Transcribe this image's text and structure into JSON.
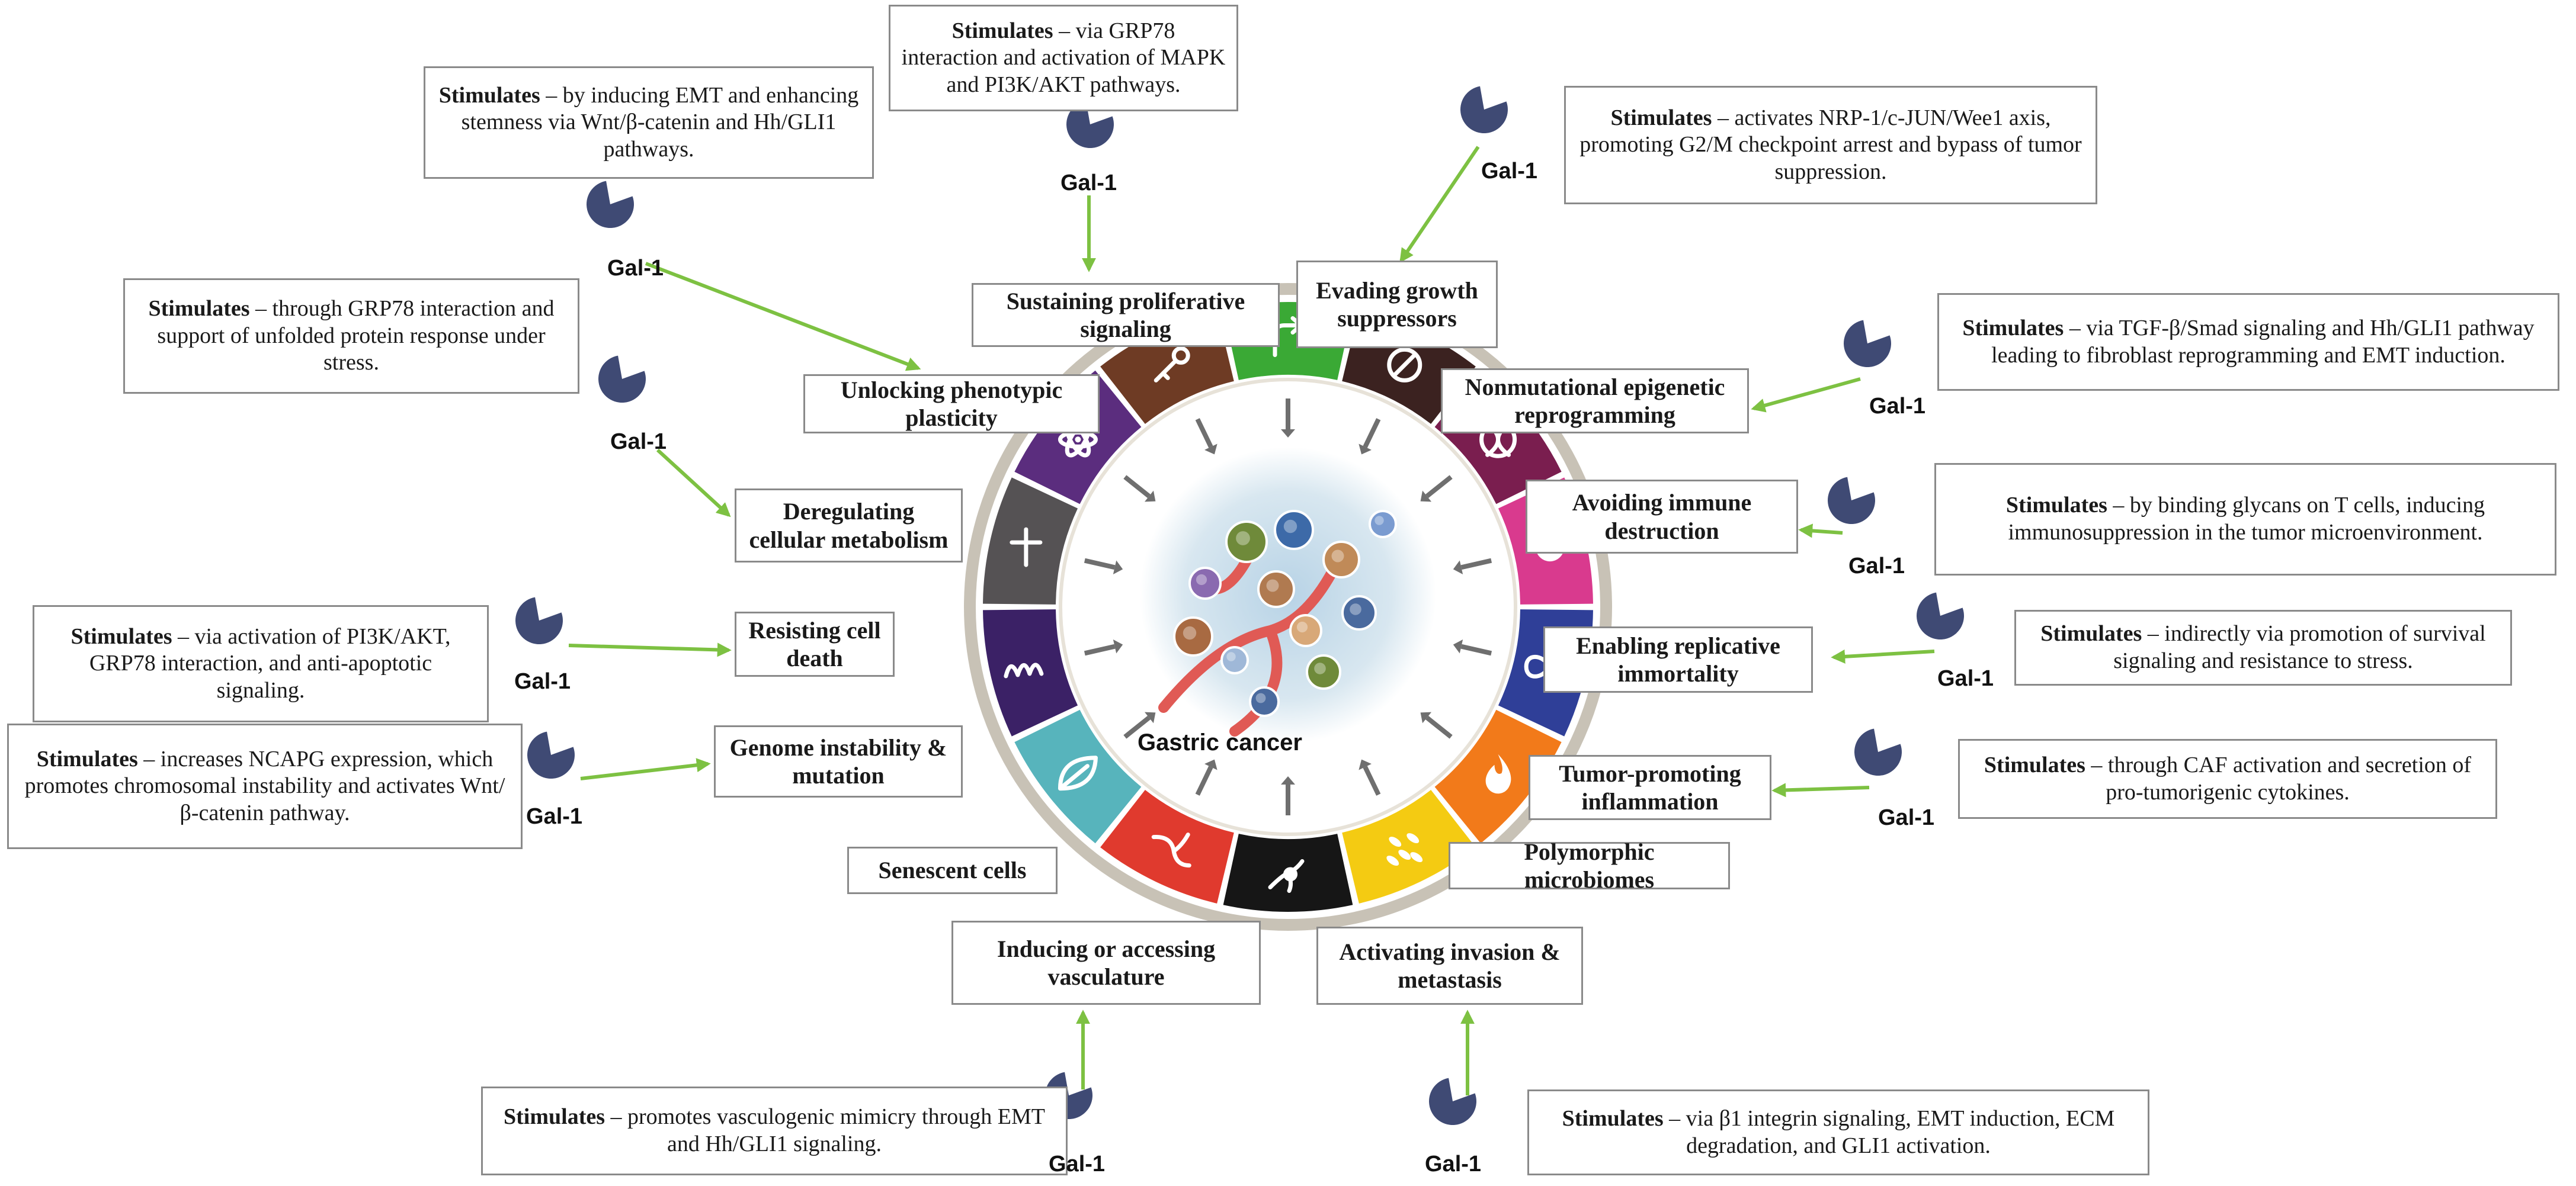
{
  "center": {
    "label": "Gastric cancer"
  },
  "galectin_label": "Gal-1",
  "stimulates_word": "Stimulates",
  "colors": {
    "arrow": "#7dc142",
    "gal_icon": "#3f4a74",
    "ring": "#c8c2b6",
    "box_border": "#8a8a8a"
  },
  "hallmarks": [
    {
      "id": "sustaining",
      "label": "Sustaining proliferative signaling",
      "sep": "–",
      "text": "via GRP78 interaction and activation of MAPK and PI3K/AKT pathways.",
      "color": "#3aa935",
      "icon": "arrow-icon"
    },
    {
      "id": "evading",
      "label": "Evading growth suppressors",
      "sep": "–",
      "text": "activates NRP-1/c-JUN/Wee1 axis, promoting G2/M checkpoint arrest and bypass of tumor suppression.",
      "color": "#3b2220",
      "icon": "prohibited-icon"
    },
    {
      "id": "epigenetic",
      "label": "Nonmutational epigenetic reprogramming",
      "sep": "–",
      "text": "via TGF-β/Smad signaling and Hh/GLI1 pathway leading to fibroblast reprogramming and EMT induction.",
      "color": "#7a1e4f",
      "icon": "dna-crossed-icon"
    },
    {
      "id": "immune",
      "label": "Avoiding immune destruction",
      "sep": "–",
      "text": "by binding glycans on T cells, inducing immunosuppression in the tumor microenvironment.",
      "color": "#d93a8e",
      "icon": "immune-cell-icon"
    },
    {
      "id": "immortality",
      "label": "Enabling replicative immortality",
      "sep": "–",
      "text": "indirectly via promotion of survival signaling and resistance to stress.",
      "color": "#2f3f98",
      "icon": "infinity-icon"
    },
    {
      "id": "inflammation",
      "label": "Tumor-promoting inflammation",
      "sep": "–",
      "text": "through CAF activation and secretion of pro-tumorigenic cytokines.",
      "color": "#f27a1a",
      "icon": "flame-icon"
    },
    {
      "id": "microbiomes",
      "label": "Polymorphic microbiomes",
      "sep": "",
      "text": "",
      "color": "#f4cb12",
      "icon": "bacteria-icon"
    },
    {
      "id": "invasion",
      "label": "Activating invasion & metastasis",
      "sep": "–",
      "text": "via β1 integrin signaling, EMT induction, ECM degradation, and GLI1 activation.",
      "color": "#161616",
      "icon": "migrating-cell-icon"
    },
    {
      "id": "vasculature",
      "label": "Inducing or accessing vasculature",
      "sep": "–",
      "text": "promotes vasculogenic mimicry through EMT and Hh/GLI1 signaling.",
      "color": "#e03a2e",
      "icon": "vessel-icon"
    },
    {
      "id": "senescent",
      "label": "Senescent cells",
      "sep": "",
      "text": "",
      "color": "#57b4bc",
      "icon": "leaf-icon"
    },
    {
      "id": "genome",
      "label": "Genome instability & mutation",
      "sep": "–",
      "text": "increases NCAPG expression, which promotes chromosomal instability and activates Wnt/β-catenin pathway.",
      "color": "#3b2166",
      "icon": "chromosome-icon"
    },
    {
      "id": "death",
      "label": "Resisting cell death",
      "sep": "–",
      "text": "via activation of PI3K/AKT, GRP78 interaction, and anti-apoptotic signaling.",
      "color": "#555254",
      "icon": "cross-icon"
    },
    {
      "id": "metabolism",
      "label": "Deregulating cellular metabolism",
      "sep": "–",
      "text": "through GRP78 interaction and support of unfolded protein response under stress.",
      "color": "#5b2d7e",
      "icon": "atom-icon"
    },
    {
      "id": "plasticity",
      "label": "Unlocking phenotypic plasticity",
      "sep": "–",
      "text": "by inducing EMT and enhancing stemness via Wnt/β-catenin and Hh/GLI1 pathways.",
      "color": "#6e3b24",
      "icon": "key-icon"
    }
  ]
}
